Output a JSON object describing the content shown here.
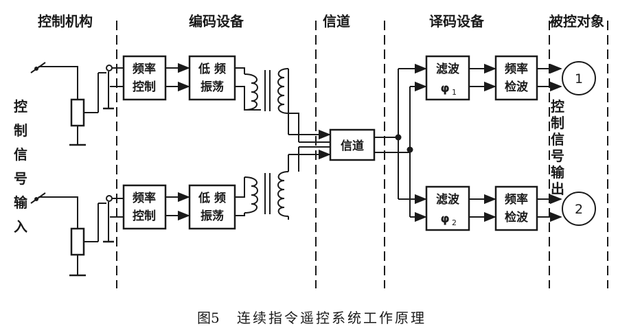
{
  "headers": {
    "control": "控制机构",
    "encode": "编码设备",
    "channel": "信道",
    "decode": "译码设备",
    "target": "被控对象"
  },
  "input_label": [
    "控",
    "制",
    "信",
    "号",
    "输",
    "入"
  ],
  "output_label": [
    "控",
    "制",
    "信",
    "号",
    "输",
    "出"
  ],
  "blocks": {
    "freq_ctrl": [
      "频率",
      "控制"
    ],
    "osc": [
      "低 频",
      "振荡"
    ],
    "channel": "信道",
    "filter_name": "滤波",
    "filter_sym": "φ",
    "filter_sub": [
      "1",
      "2"
    ],
    "detect": [
      "频率",
      "检波"
    ]
  },
  "outputs": [
    "1",
    "2"
  ],
  "caption": {
    "fig": "图5",
    "title": "连续指令遥控系统工作原理"
  }
}
